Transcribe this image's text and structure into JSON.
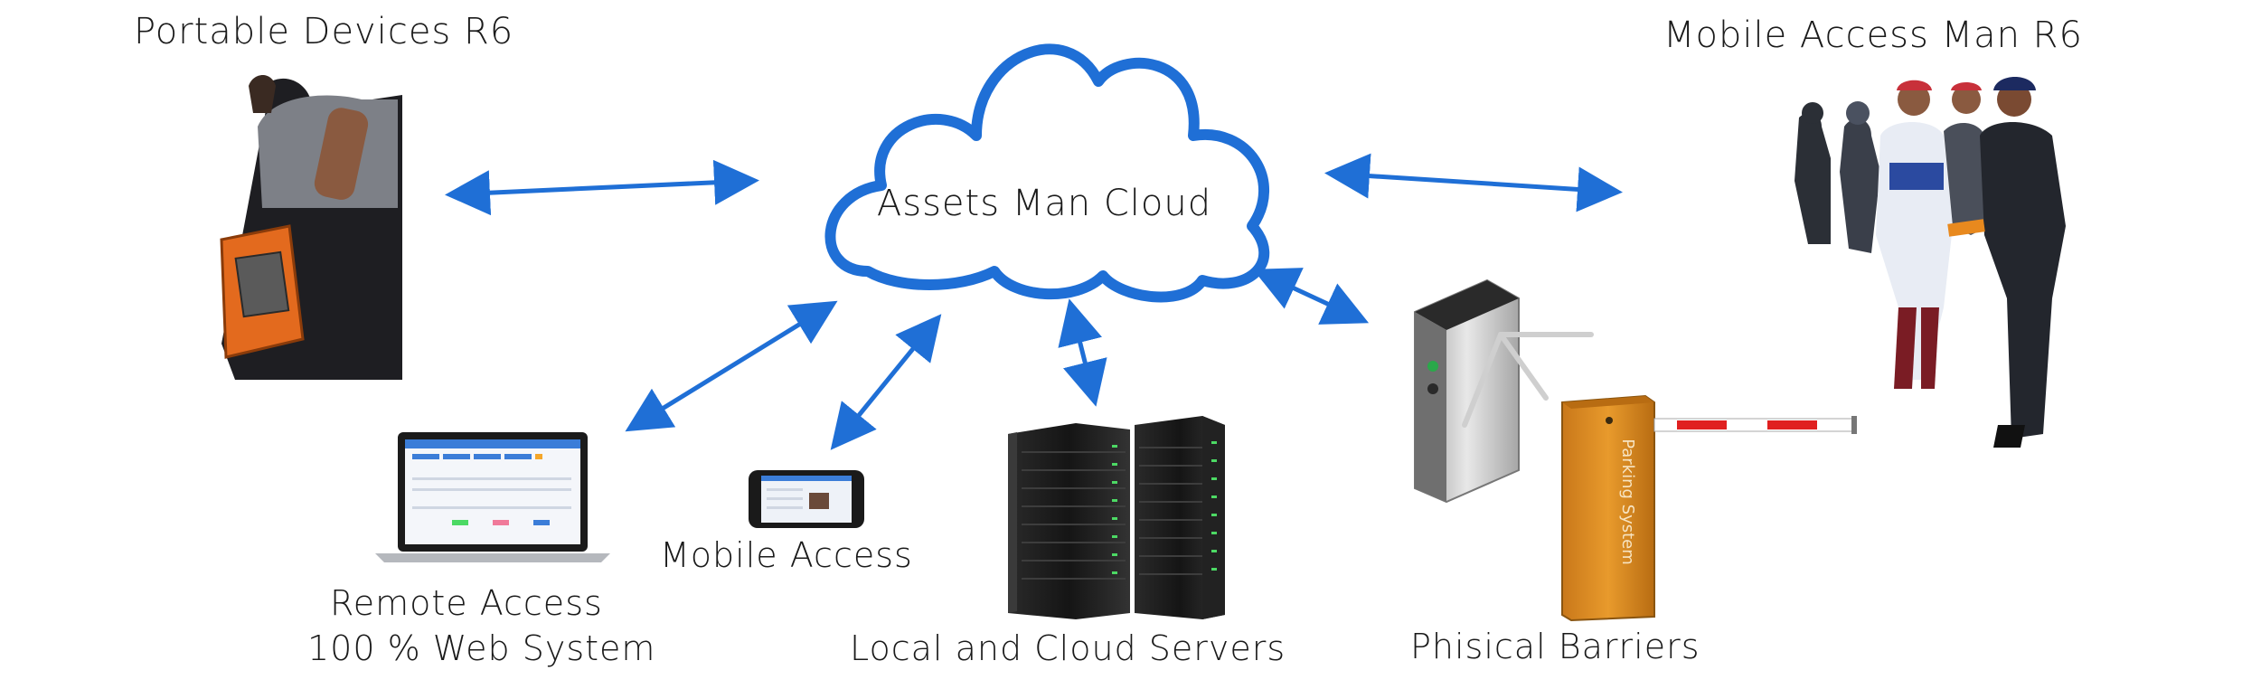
{
  "cloud": {
    "label": "Assets Man Cloud"
  },
  "labels": {
    "portable_devices": "Portable Devices R6",
    "mobile_access_man": "Mobile Access Man R6",
    "remote_access_line1": "Remote Access",
    "remote_access_line2": "100 % Web System",
    "mobile_access": "Mobile Access",
    "servers": "Local and Cloud Servers",
    "barriers": "Phisical Barriers",
    "parking_sign": "Parking System"
  },
  "colors": {
    "arrow_blue": "#1f6fd6",
    "cloud_blue": "#1f6fd6",
    "barrier_orange": "#d98a1c",
    "barrier_red": "#e02020",
    "server_green": "#4cd964"
  }
}
